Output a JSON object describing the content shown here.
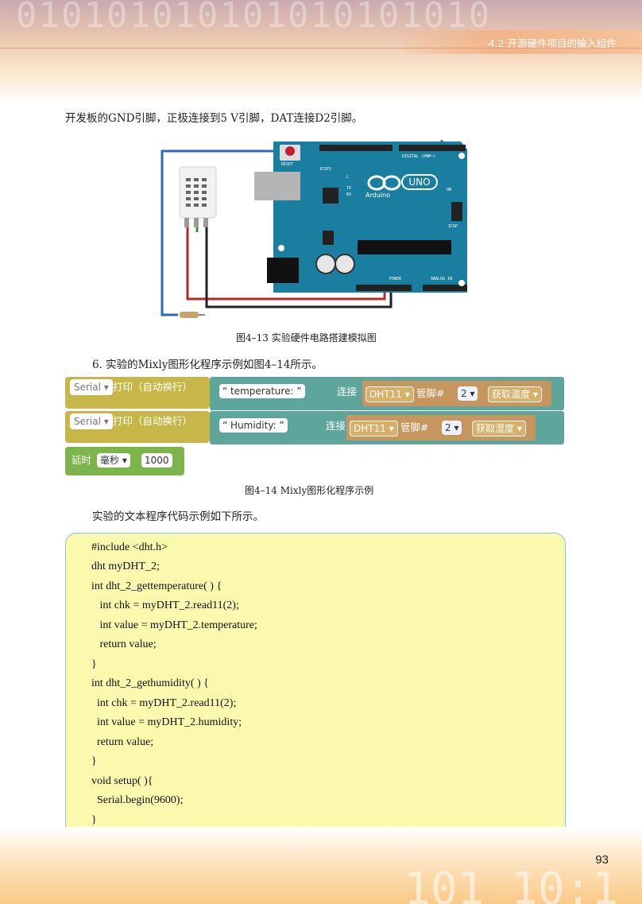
{
  "header": {
    "section_title": "4.2   开源硬件项目的输入组件",
    "background_bits": "010101010101010101010"
  },
  "intro_line": "开发板的GND引脚，正极连接到5 V引脚，DAT连接D2引脚。",
  "figure_4_13": {
    "caption": "图4–13    实验硬件电路搭建模拟图",
    "board_labels": {
      "reset": "RESET",
      "icsp2": "ICSP2",
      "digital": "DIGITAL (PWM~)",
      "uno": "UNO",
      "arduino": "Arduino",
      "tx": "TX",
      "rx": "RX",
      "l": "L",
      "on": "ON",
      "icsp": "ICSP",
      "power": "POWER",
      "analog": "ANALOG IN"
    }
  },
  "step_6": "6.  实验的Mixly图形化程序示例如图4–14所示。",
  "figure_4_14": {
    "caption": "图4–14    Mixly图形化程序示例",
    "rows": [
      {
        "serial": "Serial",
        "print_label": "打印（自动换行）",
        "text_value": "temperature:",
        "join_label": "连接",
        "sensor": "DHT11",
        "pin_label": "管脚#",
        "pin_value": "2",
        "read_label": "获取温度"
      },
      {
        "serial": "Serial",
        "print_label": "打印（自动换行）",
        "text_value": "Humidity:",
        "join_label": "连接",
        "sensor": "DHT11",
        "pin_label": "管脚#",
        "pin_value": "2",
        "read_label": "获取湿度"
      }
    ],
    "delay": {
      "label": "延时",
      "unit": "毫秒",
      "value": "1000"
    }
  },
  "code_intro": "实验的文本程序代码示例如下所示。",
  "code_lines": [
    "#include <dht.h>",
    "dht myDHT_2;",
    "int dht_2_gettemperature( ) {",
    "   int chk = myDHT_2.read11(2);",
    "   int value = myDHT_2.temperature;",
    "   return value;",
    "}",
    "int dht_2_gethumidity( ) {",
    "  int chk = myDHT_2.read11(2);",
    "  int value = myDHT_2.humidity;",
    "  return value;",
    "}",
    "void setup( ){",
    "  Serial.begin(9600);",
    "}"
  ],
  "page_number": "93",
  "footer_bits": "101 10:1"
}
